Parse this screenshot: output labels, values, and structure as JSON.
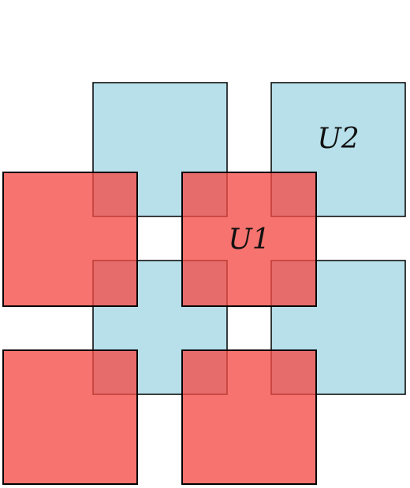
{
  "diagram": {
    "colors": {
      "blue_fill": "#b7e0ea",
      "blue_stroke": "#000000",
      "red_fill": "#f44b46",
      "red_fill_opacity": 0.78,
      "red_stroke": "#000000"
    },
    "labels": {
      "u1": "U1",
      "u2": "U2"
    }
  }
}
